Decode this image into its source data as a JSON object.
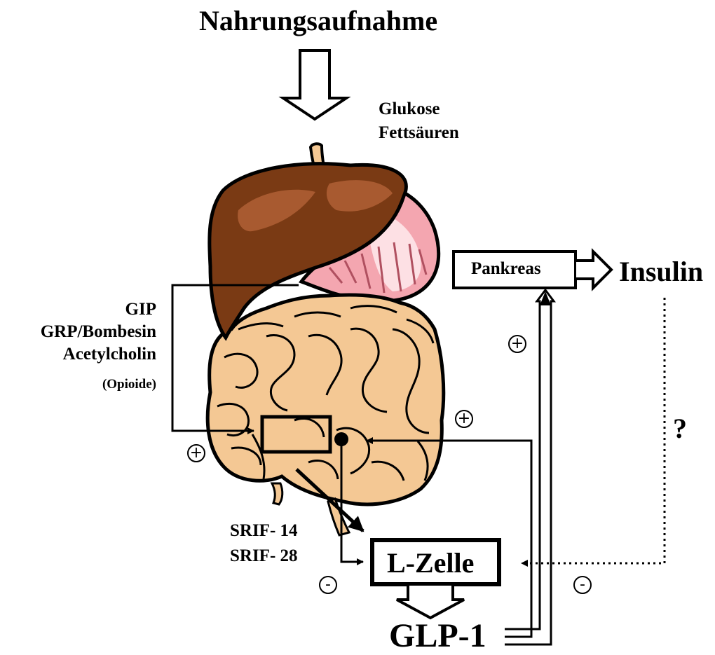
{
  "title": "Nahrungsaufnahme",
  "nutrients": [
    "Glukose",
    "Fettsäuren"
  ],
  "pankreas": "Pankreas",
  "insulin": "Insulin",
  "stimulators": [
    "GIP",
    "GRP/Bombesin",
    "Acetylcholin",
    "(Opioide)"
  ],
  "srif": [
    "SRIF- 14",
    "SRIF- 28"
  ],
  "lzelle": "L-Zelle",
  "glp1": "GLP-1",
  "question": "?",
  "plus": "+",
  "minus": "-",
  "colors": {
    "liver": "#7a3a14",
    "liver_light": "#a85a30",
    "stomach": "#f4a6b0",
    "stomach_light": "#fde0e4",
    "intestine": "#f4c894",
    "intestine_dark": "#c98e55"
  }
}
